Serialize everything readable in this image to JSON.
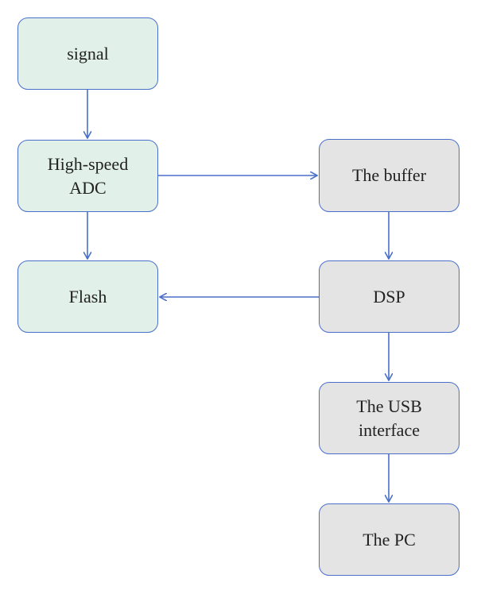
{
  "diagram": {
    "nodes": {
      "signal": "signal",
      "adc": "High-speed\nADC",
      "flash": "Flash",
      "buffer": "The buffer",
      "dsp": "DSP",
      "usb": "The USB\ninterface",
      "pc": "The PC"
    },
    "colors": {
      "edge": "#4a6fc9",
      "green_fill": "#e2f0ea",
      "gray_fill": "#e4e4e4",
      "border": "#4a6fc9"
    },
    "edges": [
      [
        "signal",
        "adc"
      ],
      [
        "adc",
        "buffer"
      ],
      [
        "adc",
        "flash"
      ],
      [
        "buffer",
        "dsp"
      ],
      [
        "dsp",
        "flash"
      ],
      [
        "dsp",
        "usb"
      ],
      [
        "usb",
        "pc"
      ]
    ]
  }
}
